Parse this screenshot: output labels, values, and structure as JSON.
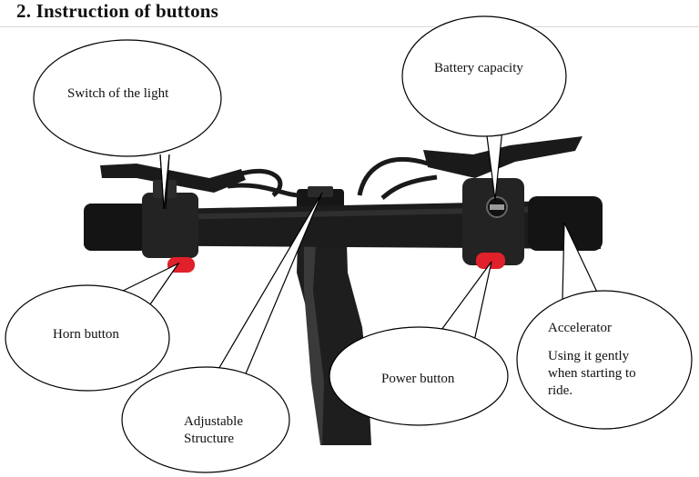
{
  "heading": "2.  Instruction of buttons",
  "callouts": {
    "light": "Switch of the light",
    "battery": "Battery capacity",
    "horn": "Horn button",
    "power": "Power button",
    "adjustable_line1": "Adjustable",
    "adjustable_line2": "Structure",
    "accelerator_title": "Accelerator",
    "accelerator_line1": "Using it gently",
    "accelerator_line2": "when starting to",
    "accelerator_line3": "ride."
  },
  "colors": {
    "grip": "#1c1c1c",
    "button_red": "#e0202a",
    "outline": "#000000",
    "background": "#ffffff"
  }
}
